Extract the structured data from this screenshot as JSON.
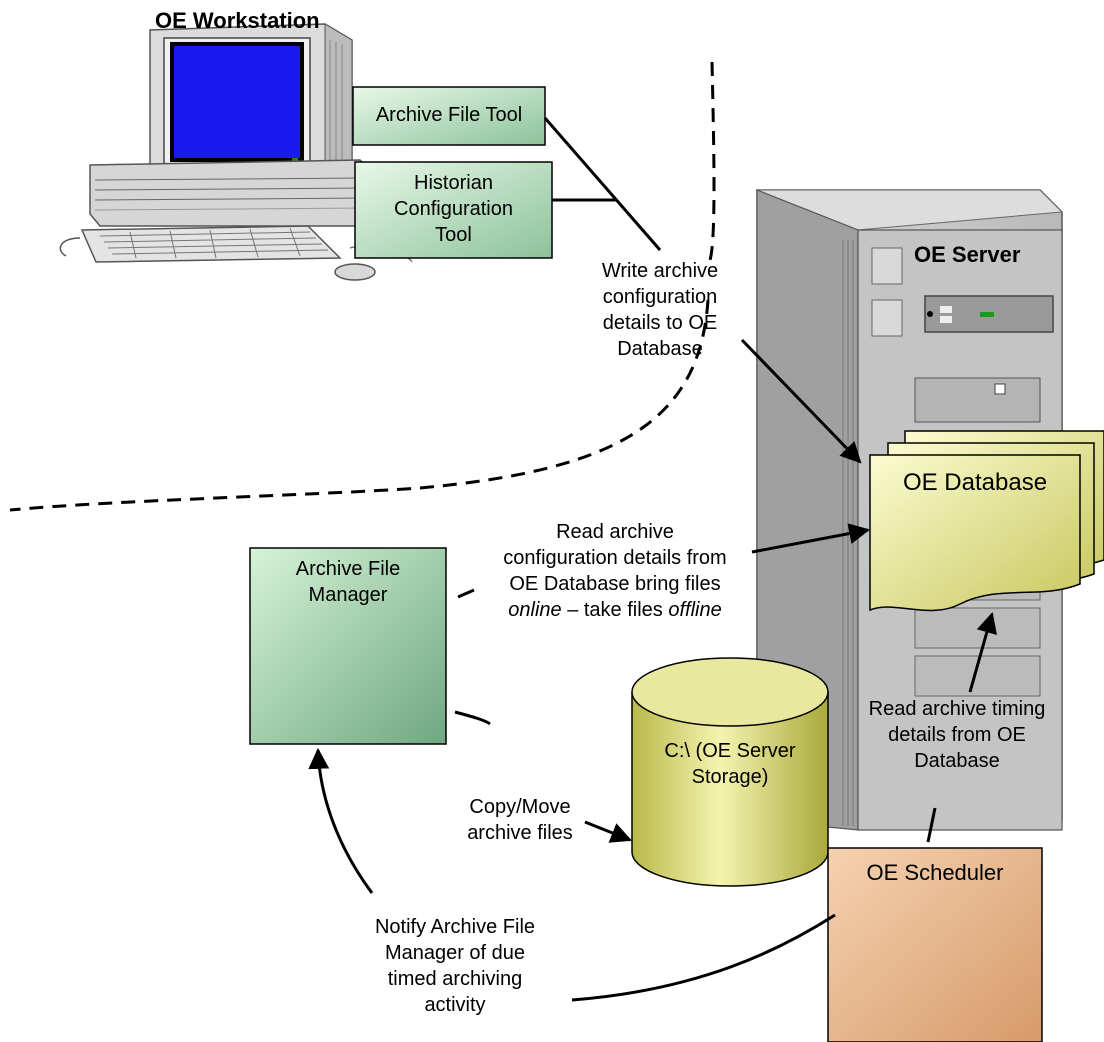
{
  "workstation": {
    "title": "OE Workstation",
    "archive_file_tool": "Archive File Tool",
    "historian_tool": [
      "Historian",
      "Configuration",
      "Tool"
    ]
  },
  "server": {
    "title": "OE Server",
    "database": "OE Database"
  },
  "archive_file_manager": [
    "Archive File",
    "Manager"
  ],
  "storage": [
    "C:\\ (OE Server",
    "Storage)"
  ],
  "scheduler": "OE Scheduler",
  "annotations": {
    "write_config": [
      "Write archive",
      "configuration",
      "details to OE",
      "Database"
    ],
    "read_config": {
      "lines": [
        "Read archive",
        "configuration details from",
        "OE Database bring files"
      ],
      "last_online": "online",
      "last_middle": " – take files ",
      "last_offline": "offline"
    },
    "copy_move": [
      "Copy/Move",
      "archive files"
    ],
    "read_timing": [
      "Read archive timing",
      "details from OE",
      "Database"
    ],
    "notify": [
      "Notify Archive File",
      "Manager of due",
      "timed archiving",
      "activity"
    ]
  },
  "colors": {
    "green_box": "#bde6c2",
    "database_yellow": "#eeee9a",
    "storage_yellow": "#d4d470",
    "scheduler_orange": "#e8b68a",
    "screen_blue": "#1a1aee",
    "server_gray": "#bdbdbd"
  }
}
